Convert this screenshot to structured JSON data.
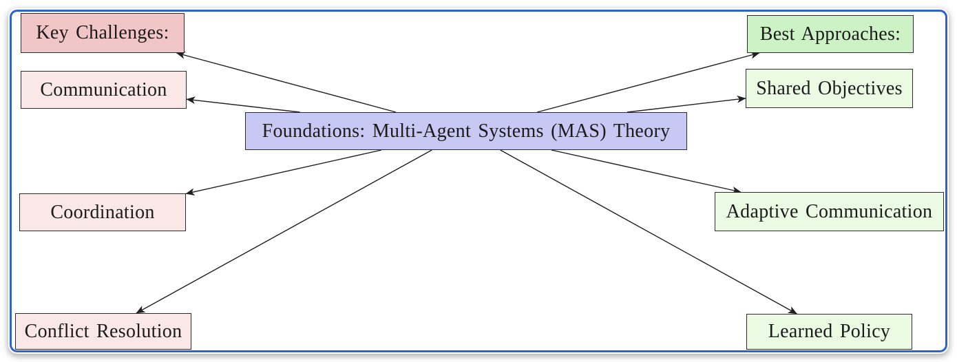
{
  "diagram_type": "mindmap",
  "nodes": {
    "center": {
      "label": "Foundations: Multi-Agent Systems (MAS) Theory",
      "role": "central-topic"
    },
    "key_challenges": {
      "label": "Key Challenges:",
      "role": "left-group-header"
    },
    "communication": {
      "label": "Communication",
      "role": "left-item"
    },
    "coordination": {
      "label": "Coordination",
      "role": "left-item"
    },
    "conflict_resolution": {
      "label": "Conflict Resolution",
      "role": "left-item"
    },
    "best_approaches": {
      "label": "Best Approaches:",
      "role": "right-group-header"
    },
    "shared_objectives": {
      "label": "Shared Objectives",
      "role": "right-item"
    },
    "adaptive_communication": {
      "label": "Adaptive Communication",
      "role": "right-item"
    },
    "learned_policy": {
      "label": "Learned Policy",
      "role": "right-item"
    }
  },
  "edges": [
    {
      "from": "center",
      "to": "key_challenges"
    },
    {
      "from": "center",
      "to": "communication"
    },
    {
      "from": "center",
      "to": "coordination"
    },
    {
      "from": "center",
      "to": "conflict_resolution"
    },
    {
      "from": "center",
      "to": "best_approaches"
    },
    {
      "from": "center",
      "to": "shared_objectives"
    },
    {
      "from": "center",
      "to": "adaptive_communication"
    },
    {
      "from": "center",
      "to": "learned_policy"
    }
  ],
  "colors": {
    "center_fill": "#c7c8f3",
    "challenge_header_fill": "#f0c6c6",
    "challenge_item_fill": "#fae7e7",
    "approach_header_fill": "#ccf2c5",
    "approach_item_fill": "#eafae3",
    "node_border": "#2a2a2a",
    "arrow": "#1f1f1f",
    "frame_border": "#2e62cc",
    "frame_background": "#ffffff"
  }
}
